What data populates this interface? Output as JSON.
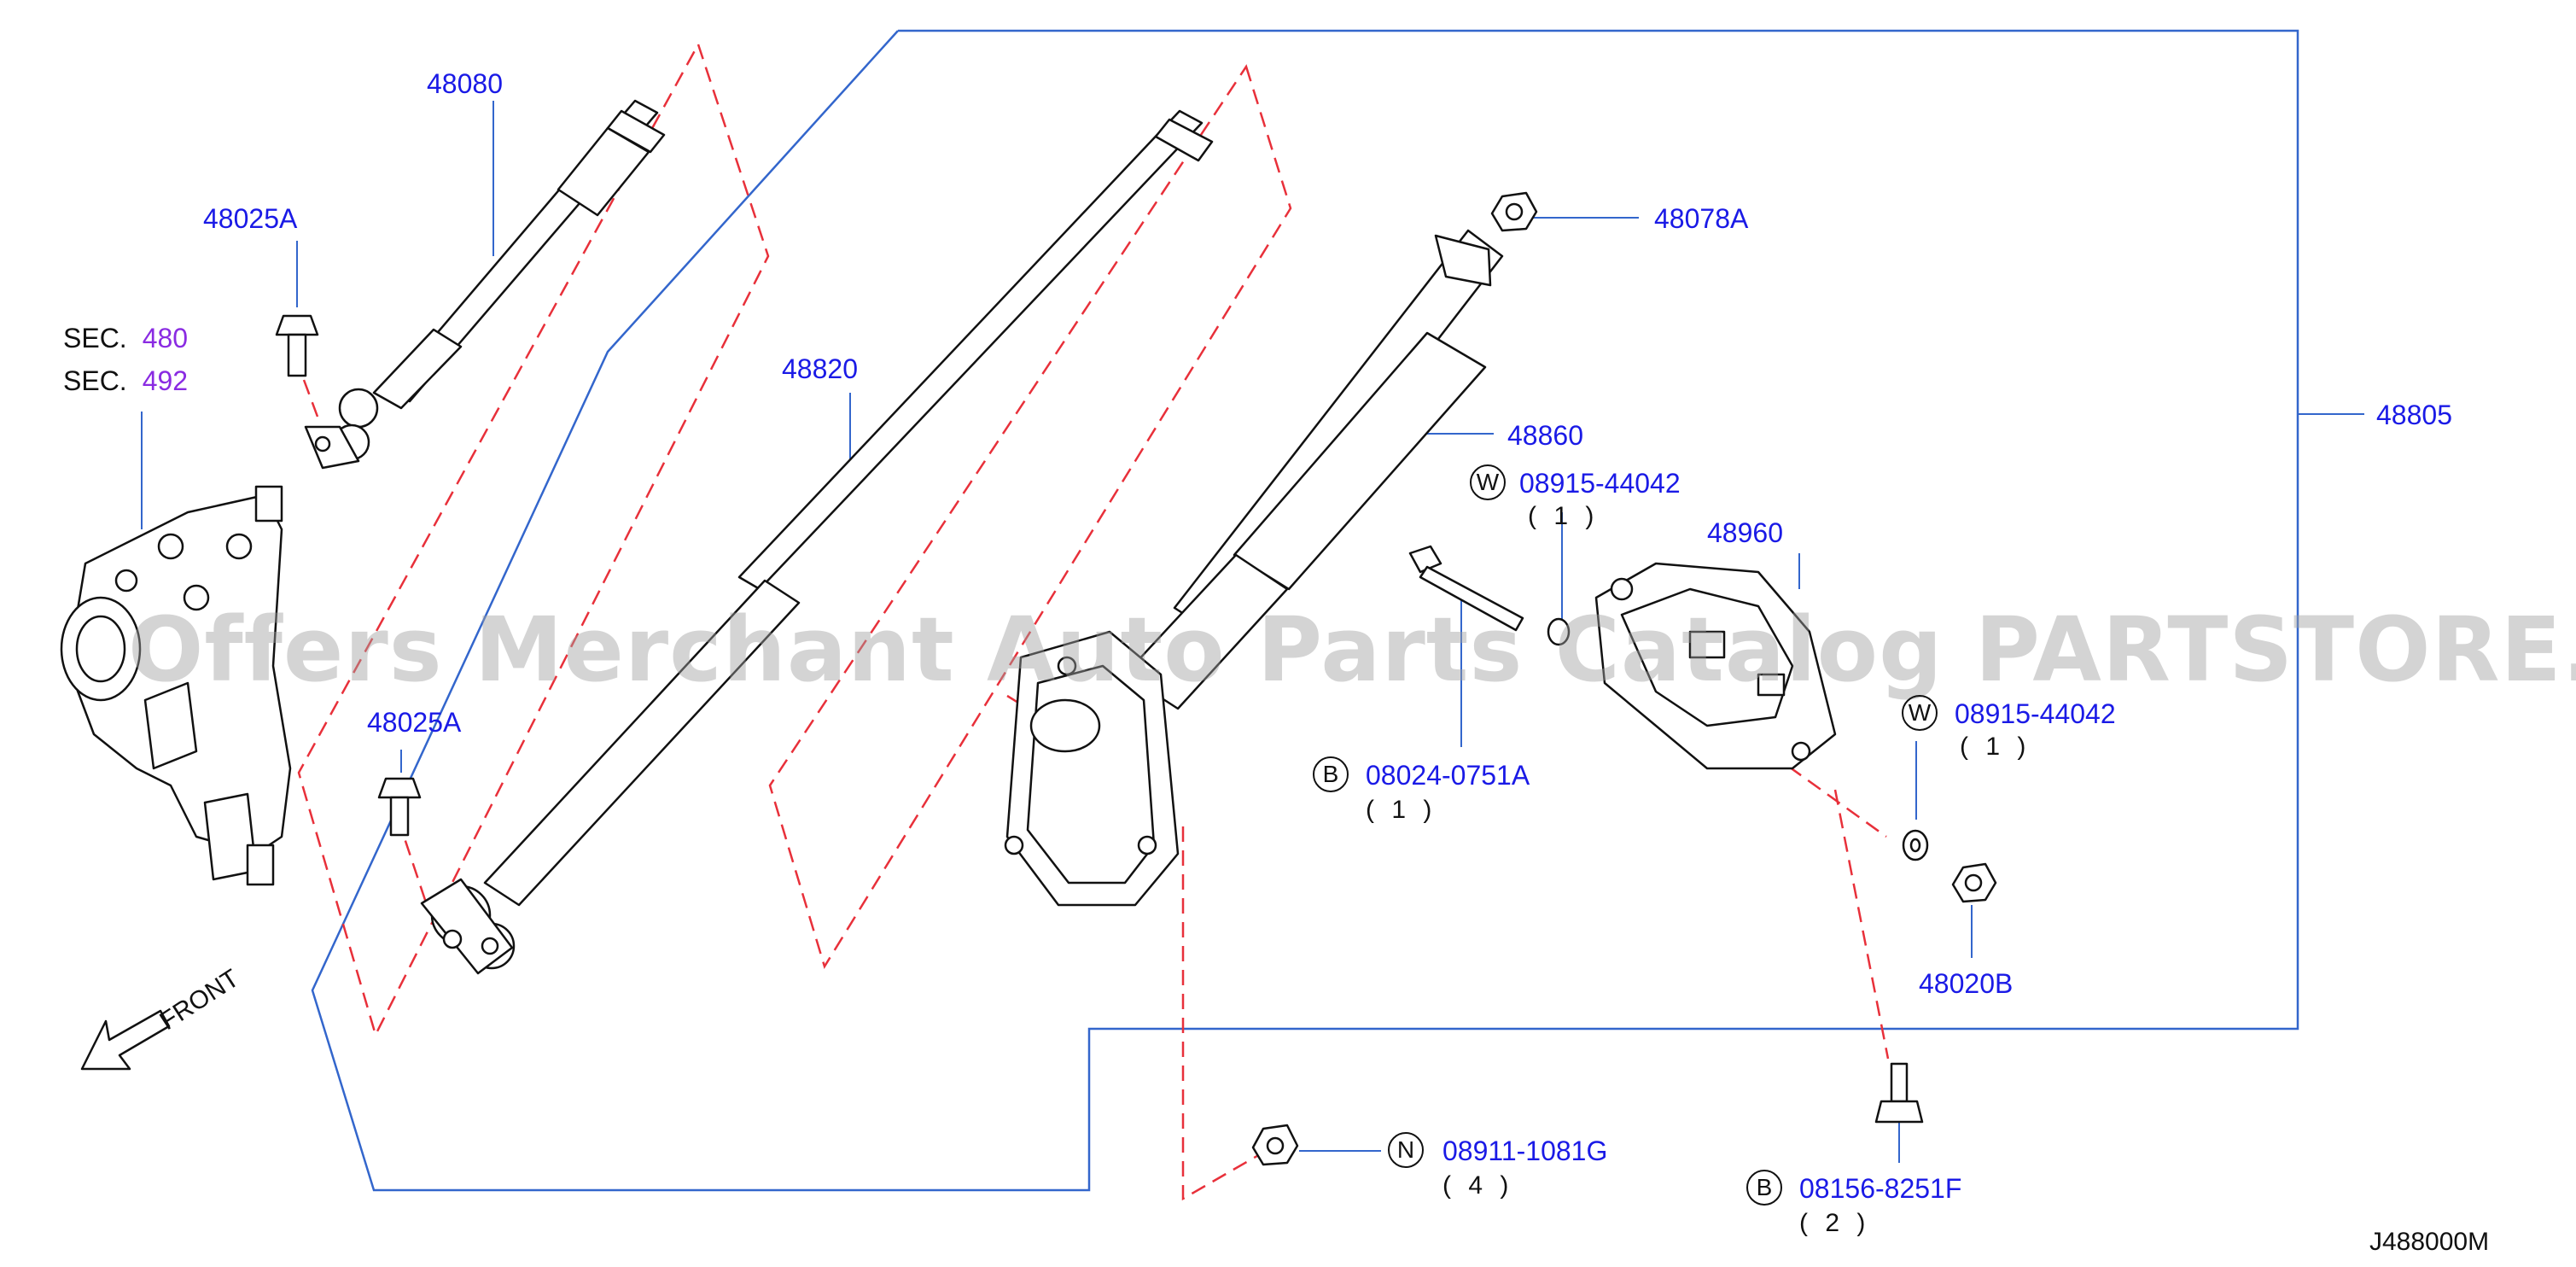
{
  "diagram": {
    "code": "J488000M",
    "front_label": "FRONT",
    "watermark": "Offers Merchant Auto Parts Catalog PARTSTORE.SA",
    "sections": [
      {
        "prefix": "SEC.",
        "number": "480"
      },
      {
        "prefix": "SEC.",
        "number": "492"
      }
    ],
    "parts": {
      "p48080": "48080",
      "p48025A_top": "48025A",
      "p48820": "48820",
      "p48025A_bottom": "48025A",
      "p48078A": "48078A",
      "p48860": "48860",
      "p48805": "48805",
      "p48960": "48960",
      "p08915_top": "08915-44042",
      "p08915_right": "08915-44042",
      "p08024": "08024-0751A",
      "p48020B": "48020B",
      "p08911": "08911-1081G",
      "p08156": "08156-8251F"
    },
    "quantities": {
      "q08915_top": "( 1 )",
      "q08915_right": "( 1 )",
      "q08024": "( 1 )",
      "q08911": "( 4 )",
      "q08156": "( 2 )"
    },
    "badges": {
      "b08915_top": "W",
      "b08915_right": "W",
      "b08024": "B",
      "b08911": "N",
      "b08156": "B"
    },
    "colors": {
      "part_number": "#1a1ae6",
      "section_number": "#8a2be2",
      "leader_line": "#3366cc",
      "dashed_line": "#e8303a",
      "drawing": "#111111"
    }
  }
}
